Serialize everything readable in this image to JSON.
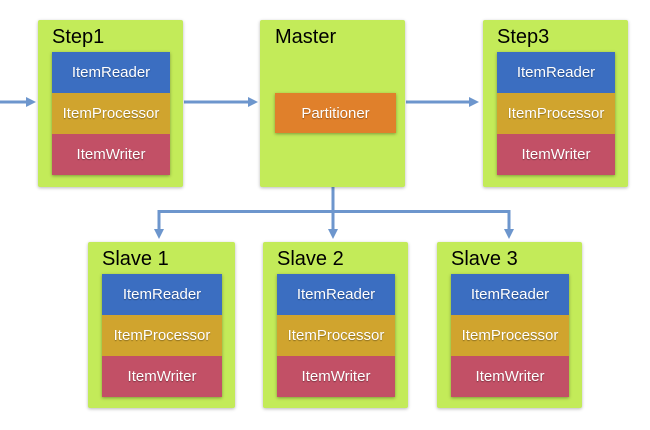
{
  "diagram": {
    "nodes": [
      {
        "id": "step1",
        "title": "Step1",
        "components": [
          "ItemReader",
          "ItemProcessor",
          "ItemWriter"
        ]
      },
      {
        "id": "master",
        "title": "Master",
        "components": [
          "Partitioner"
        ]
      },
      {
        "id": "step3",
        "title": "Step3",
        "components": [
          "ItemReader",
          "ItemProcessor",
          "ItemWriter"
        ]
      },
      {
        "id": "slave1",
        "title": "Slave 1",
        "components": [
          "ItemReader",
          "ItemProcessor",
          "ItemWriter"
        ]
      },
      {
        "id": "slave2",
        "title": "Slave 2",
        "components": [
          "ItemReader",
          "ItemProcessor",
          "ItemWriter"
        ]
      },
      {
        "id": "slave3",
        "title": "Slave 3",
        "components": [
          "ItemReader",
          "ItemProcessor",
          "ItemWriter"
        ]
      }
    ],
    "connections": [
      {
        "from": "external-left",
        "to": "step1"
      },
      {
        "from": "step1",
        "to": "master"
      },
      {
        "from": "master",
        "to": "step3"
      },
      {
        "from": "master",
        "to": "slave1"
      },
      {
        "from": "master",
        "to": "slave2"
      },
      {
        "from": "master",
        "to": "slave3"
      }
    ],
    "colors": {
      "node_background": "#c3eb59",
      "item_reader": "#3b6ec1",
      "item_processor": "#d0a42e",
      "item_writer": "#c25066",
      "partitioner": "#e0802b",
      "connector": "#6d96cd",
      "title_text": "#000000",
      "component_text": "#ffffff",
      "canvas": "#ffffff"
    }
  }
}
